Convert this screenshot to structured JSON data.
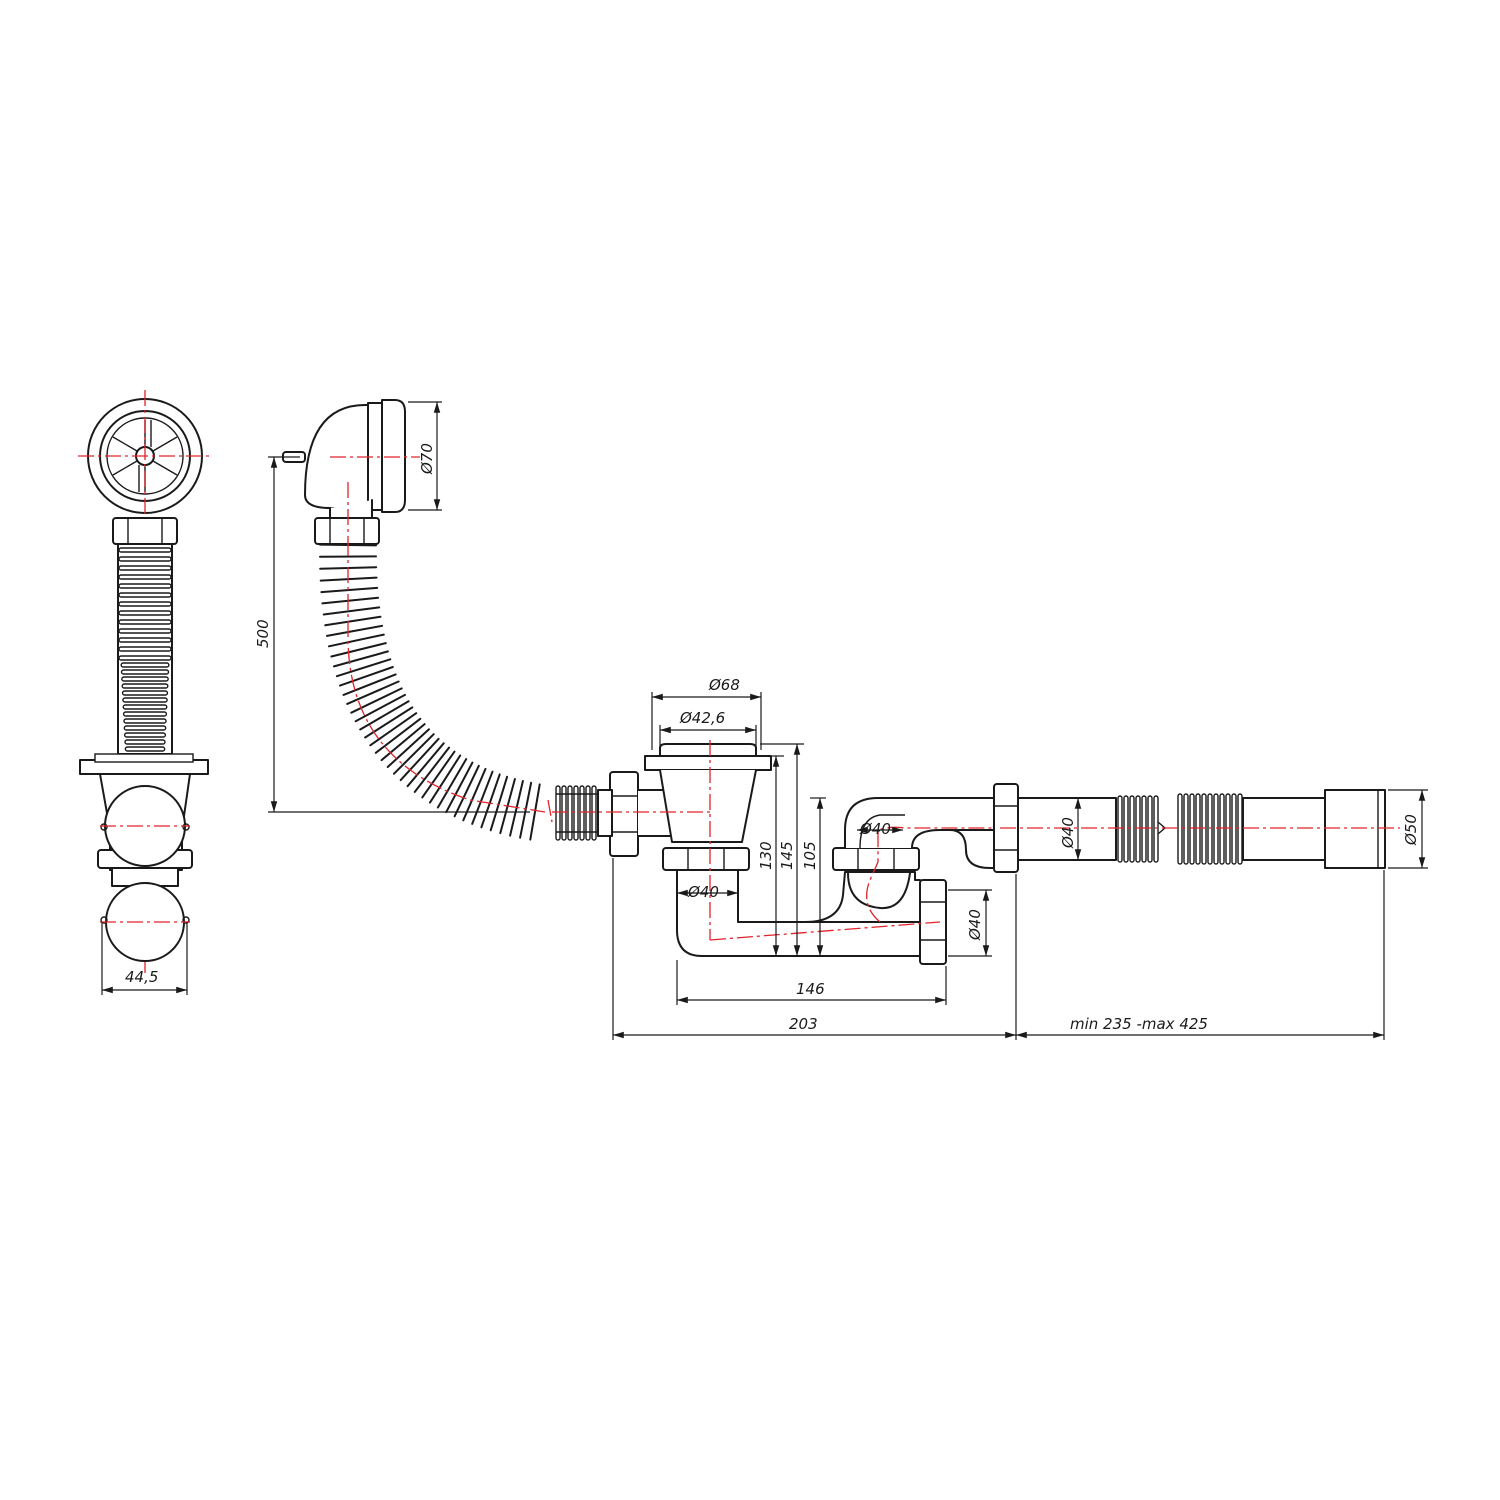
{
  "colors": {
    "line": "#1a1a1a",
    "centerline": "#e0242b",
    "background": "#ffffff"
  },
  "dimensions": {
    "d70": "Ø70",
    "h500": "500",
    "d68": "Ø68",
    "d42_6": "Ø42,6",
    "h130": "130",
    "h145": "145",
    "h105": "105",
    "d40_trap": "Ø40",
    "d40_outlet": "Ø40",
    "d40_bottom": "Ø40",
    "d40_right": "Ø40",
    "d50": "Ø50",
    "w44_5": "44,5",
    "l146": "146",
    "l203": "203",
    "range": "min 235 -max 425"
  }
}
